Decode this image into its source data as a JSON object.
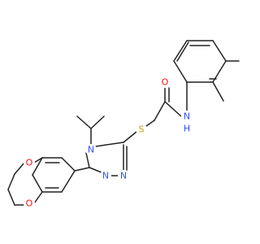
{
  "atoms": {
    "O_amide": {
      "label": "O",
      "color": "#ff0d0d"
    },
    "N_amide": {
      "label": "N",
      "color": "#3050f8"
    },
    "H_amide": {
      "label": "H",
      "color": "#3050f8"
    },
    "S": {
      "label": "S",
      "color": "#c8a000"
    },
    "N_ring": {
      "label": "N",
      "color": "#3050f8"
    },
    "N_ring_a": {
      "label": "N",
      "color": "#3050f8"
    },
    "N_ring_b": {
      "label": "N",
      "color": "#3050f8"
    },
    "O_ether_top": {
      "label": "O",
      "color": "#ff0d0d"
    },
    "O_ether_bottom": {
      "label": "O",
      "color": "#ff0d0d"
    }
  },
  "colors": {
    "bond": "#222222",
    "background": "#ffffff"
  }
}
